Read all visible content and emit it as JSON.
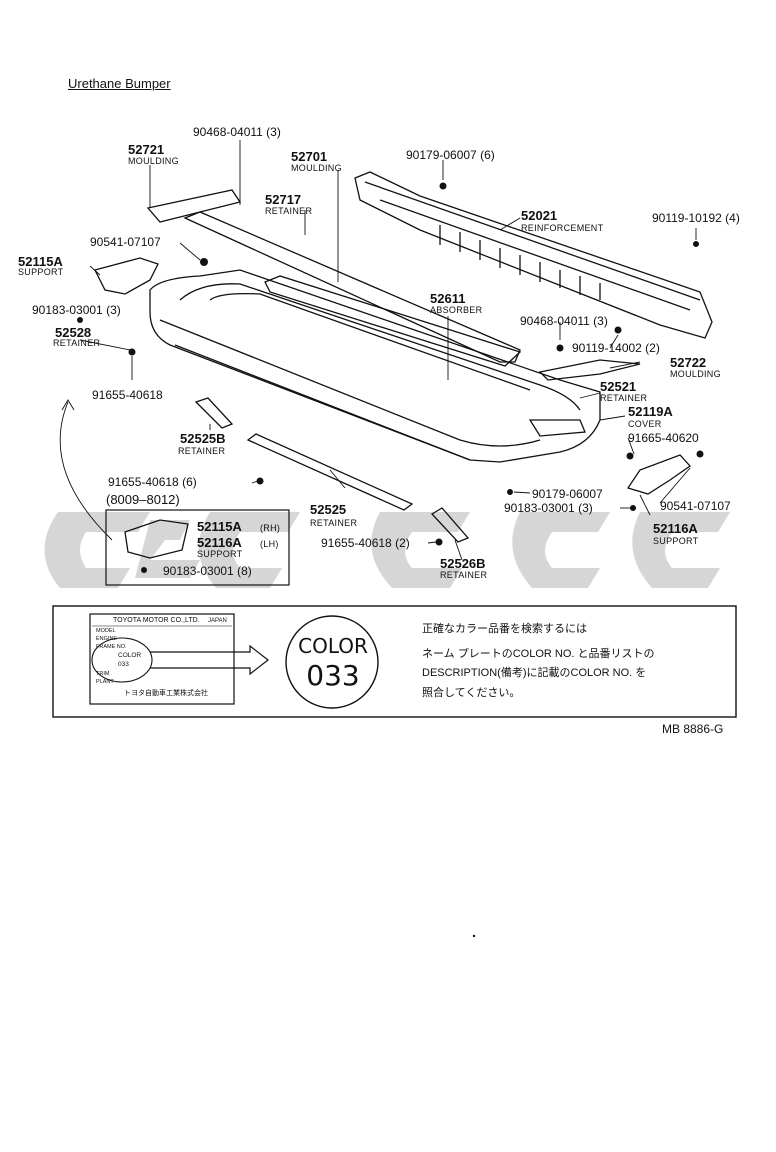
{
  "title": "Urethane Bumper",
  "parts": {
    "moulding_upper_left": {
      "number": "52721",
      "desc": "MOULDING"
    },
    "bolt_top": {
      "number": "90468-04011 (3)"
    },
    "moulding_upper": {
      "number": "52701",
      "desc": "MOULDING"
    },
    "retainer_center": {
      "number": "52717",
      "desc": "RETAINER"
    },
    "nut_top": {
      "number": "90179-06007 (6)"
    },
    "reinforcement": {
      "number": "52021",
      "desc": "REINFORCEMENT"
    },
    "bolt_right_top": {
      "number": "90119-10192 (4)"
    },
    "clip_left": {
      "number": "90541-07107"
    },
    "support_left": {
      "number": "52115A",
      "desc": "SUPPORT"
    },
    "screw_left": {
      "number": "90183-03001 (3)"
    },
    "absorber": {
      "number": "52611",
      "desc": "ABSORBER"
    },
    "bolt_mid_right": {
      "number": "90468-04011 (3)"
    },
    "bolt_mid_right2": {
      "number": "90119-14002 (2)"
    },
    "moulding_right": {
      "number": "52722",
      "desc": "MOULDING"
    },
    "retainer_left": {
      "number": "52528",
      "desc": "RETAINER"
    },
    "nut_left": {
      "number": "91655-40618"
    },
    "retainer_right": {
      "number": "52521",
      "desc": "RETAINER"
    },
    "cover": {
      "number": "52119A",
      "desc": "COVER"
    },
    "retainer_52525b": {
      "number": "52525B",
      "desc": "RETAINER"
    },
    "bolt_right": {
      "number": "91665-40620"
    },
    "nut_center": {
      "number": "91655-40618 (6)"
    },
    "nut_bottom": {
      "number": "90179-06007"
    },
    "clip_right": {
      "number": "90541-07107"
    },
    "screw_right": {
      "number": "90183-03001 (3)"
    },
    "support_right": {
      "number": "52116A",
      "desc": "SUPPORT"
    },
    "retainer_bottom": {
      "number": "52525",
      "desc": "RETAINER"
    },
    "nut_bottom2": {
      "number": "91655-40618 (2)"
    },
    "retainer_52526b": {
      "number": "52526B",
      "desc": "RETAINER"
    }
  },
  "inset": {
    "date_range": "(8009–8012)",
    "rh_number": "52115A",
    "rh_side": "(RH)",
    "lh_number": "52116A",
    "lh_side": "(LH)",
    "desc": "SUPPORT",
    "screw": "90183-03001 (8)"
  },
  "name_plate": {
    "maker": "TOYOTA MOTOR CO.,LTD.",
    "country": "JAPAN",
    "row_model": "MODEL",
    "row_engine": "ENGINE",
    "row_frame": "FRAME NO.",
    "row_color": "COLOR",
    "row_color_code": "033",
    "row_trim": "TRIM",
    "row_plant": "PLANT",
    "footer": "トヨタ自動車工業株式会社"
  },
  "color_circle": {
    "label": "COLOR",
    "code": "033"
  },
  "instruction": {
    "line1": "正確なカラー品番を検索するには",
    "line2": "ネーム プレートのCOLOR NO. と品番リストの",
    "line3": "DESCRIPTION(備考)に記載のCOLOR NO. を",
    "line4": "照合してください。"
  },
  "figure_code": "MB 8886-G",
  "watermark": "ececc"
}
